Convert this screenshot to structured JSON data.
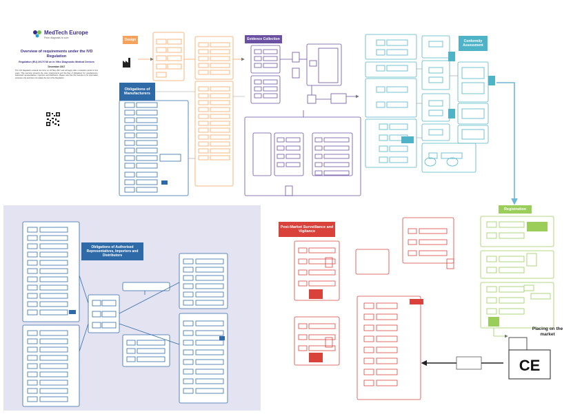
{
  "brand": {
    "logo_name": "MedTech Europe",
    "tagline": "From diagnosis to cure"
  },
  "intro": {
    "title": "Overview of requirements under the IVD Regulation",
    "subtitle": "Regulation (EU) 2017/746 on In Vitro Diagnostic Medical Devices",
    "date": "December 2017",
    "body": "The IVD Regulation entered into force on 26 May 2017 and will apply after a transition period of five years. This overview presents the main requirements and the flow of obligations for manufacturers, authorised representatives, importers and distributors. Please note that this overview is for information purposes only and does not replace the text of the Regulation."
  },
  "sections": {
    "design": "Design",
    "obligations_manufacturers": "Obligations of Manufacturers",
    "evidence": "Evidence Collection",
    "conformity": "Conformity Assessment",
    "registration": "Registration",
    "obligations_ar": "Obligations of Authorised Representatives, Importers and Distributors",
    "pms": "Post-Market Surveillance and Vigilance",
    "placing": "Placing on the market"
  },
  "colors": {
    "design": "#f5a25d",
    "manufacturers": "#2f6aa8",
    "evidence": "#6a4fa3",
    "conformity": "#4fb3c8",
    "registration": "#9acd5a",
    "ar_panel": "#e4e3f2",
    "pms": "#d9423b",
    "brand": "#3b2a8a"
  }
}
